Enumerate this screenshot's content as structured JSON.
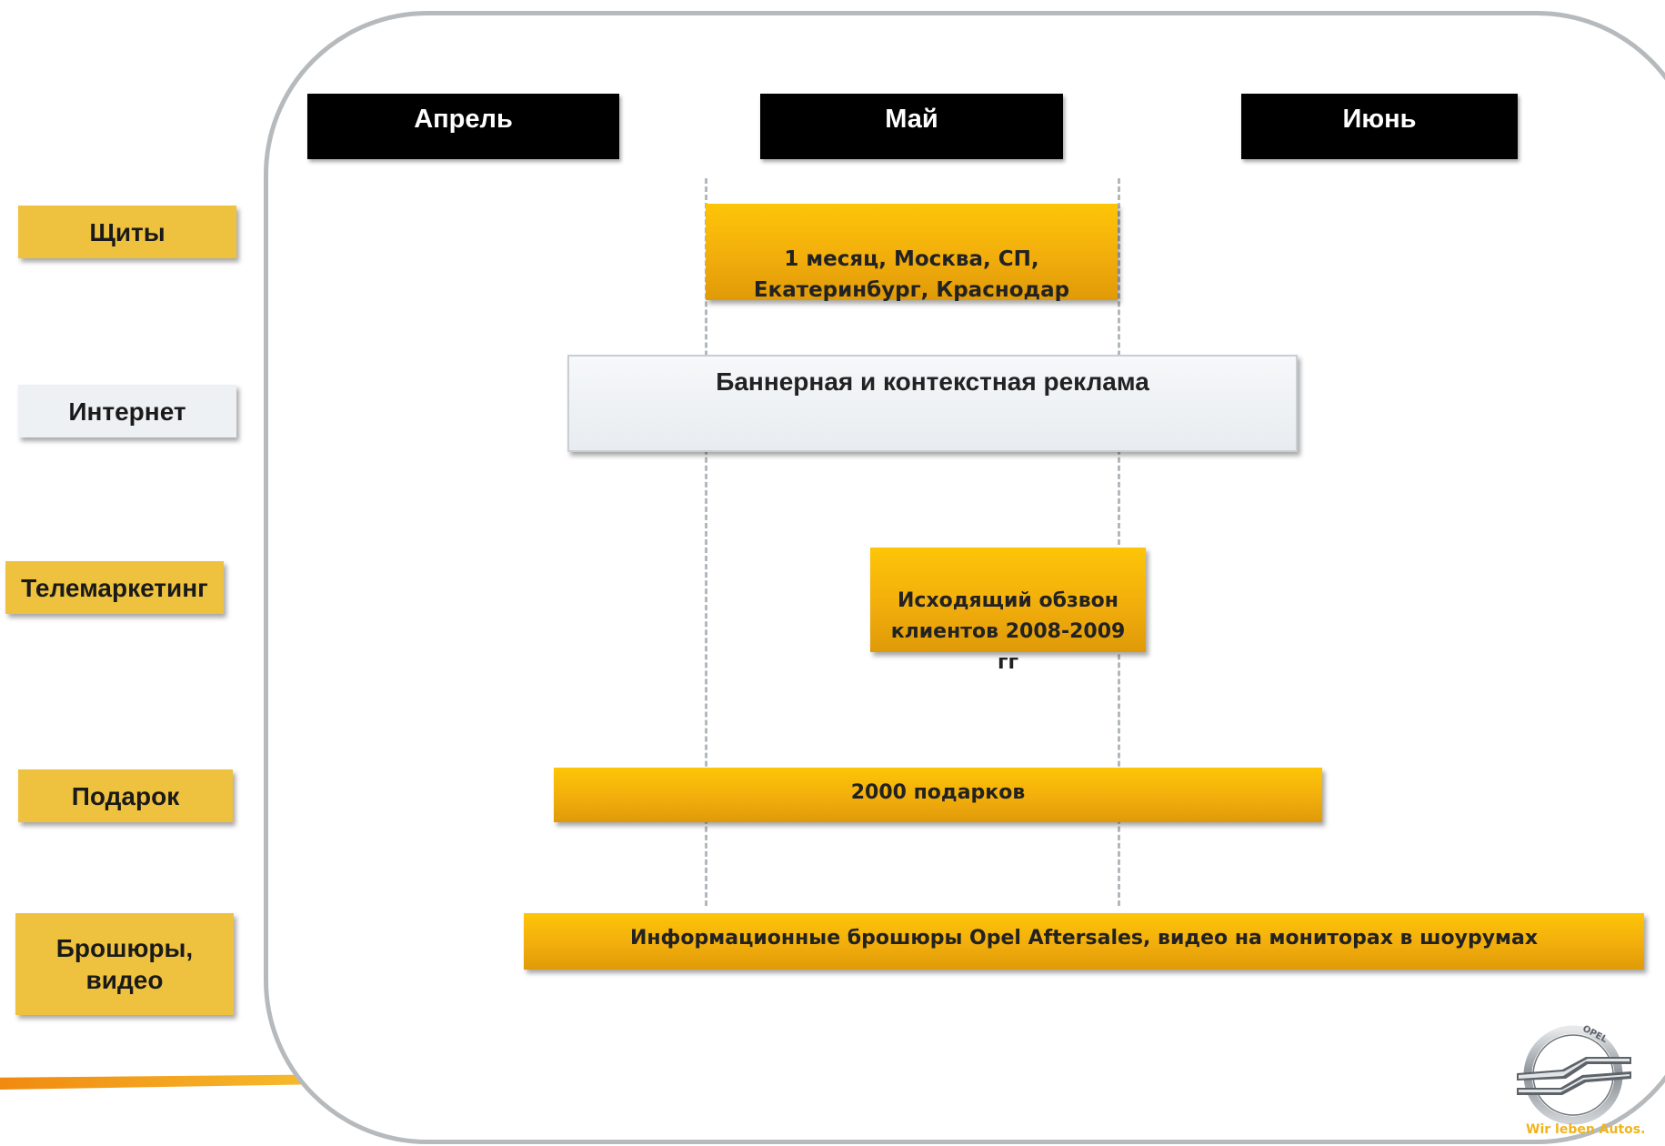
{
  "months": [
    "Апрель",
    "Май",
    "Июнь"
  ],
  "categories": {
    "boards": "Щиты",
    "internet": "Интернет",
    "telemarketing": "Телемаркетинг",
    "gift": "Подарок",
    "brochures": "Брошюры,\nвидео"
  },
  "bars": {
    "boards": "1 месяц, Москва, СП,\nЕкатеринбург, Краснодар",
    "internet": "Баннерная и контекстная реклама",
    "telemarketing": "Исходящий обзвон\nклиентов 2008-2009\nгг",
    "gift": "2000  подарков",
    "brochures": "Информационные брошюры Opel Aftersales, видео на мониторах в шоурумах"
  },
  "logo": {
    "icon": "opel-logo-icon",
    "brand_text": "OPEL",
    "tagline": "Wir leben Autos.",
    "accent_color": "#f0b41c"
  },
  "colors": {
    "bar_gold": "#f6b80c",
    "category_gold": "#eec23f",
    "month_header": "#000000",
    "frame": "#b6babd"
  }
}
